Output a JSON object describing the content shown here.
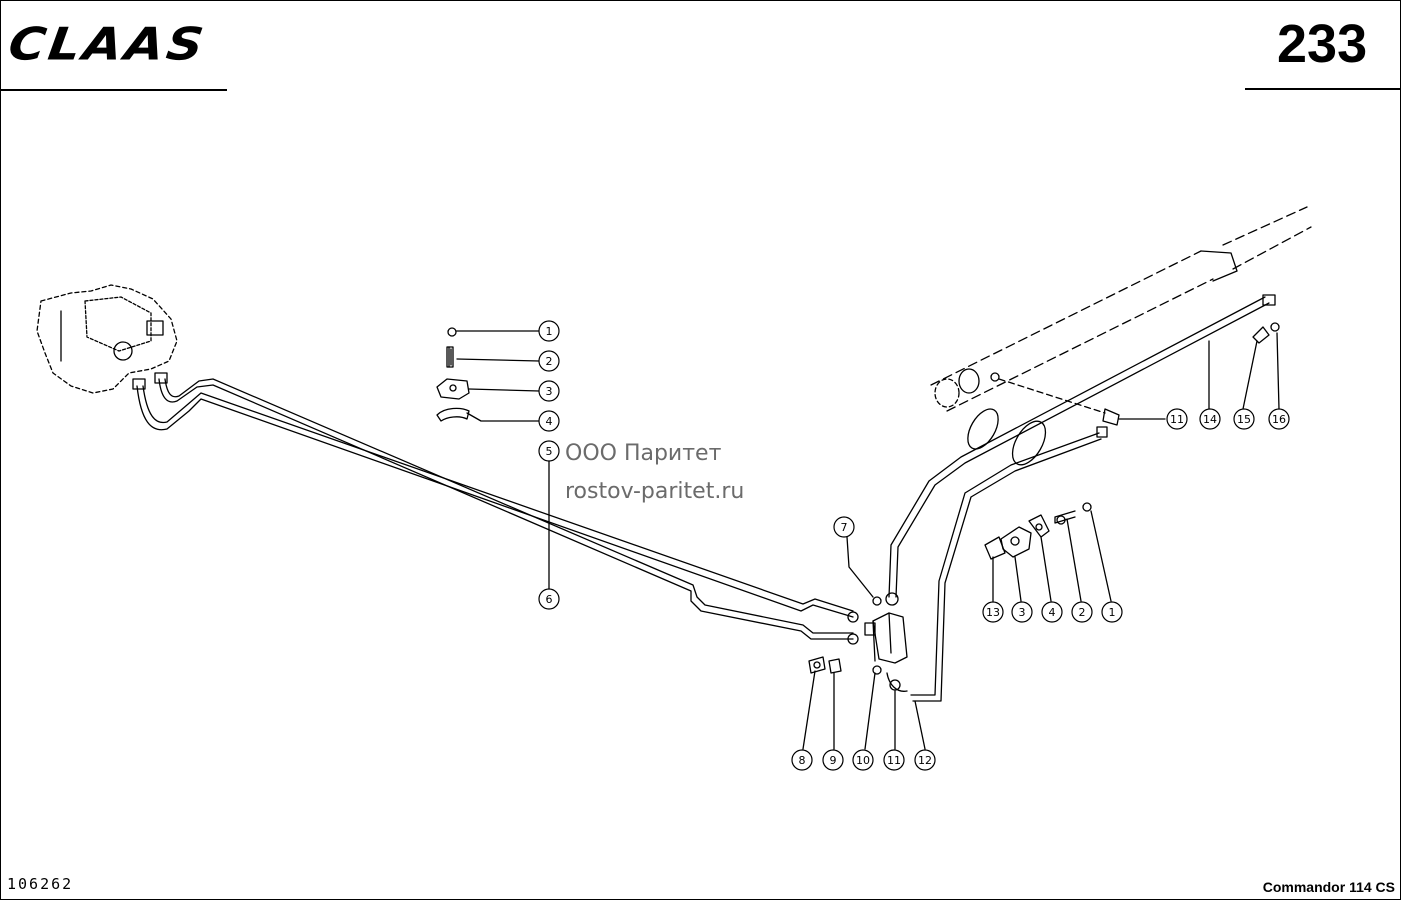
{
  "header": {
    "brand": "CLAAS",
    "page_number": "233"
  },
  "watermark": {
    "line1": "ООО Паритет",
    "line2": "rostov-paritet.ru"
  },
  "footer": {
    "drawing_number": "106262",
    "model": "Commandor 114 CS"
  },
  "callouts": [
    {
      "id": "c-left-1",
      "label": "1"
    },
    {
      "id": "c-left-2",
      "label": "2"
    },
    {
      "id": "c-left-3",
      "label": "3"
    },
    {
      "id": "c-left-4",
      "label": "4"
    },
    {
      "id": "c-left-5",
      "label": "5"
    },
    {
      "id": "c-left-6",
      "label": "6"
    },
    {
      "id": "c-7",
      "label": "7"
    },
    {
      "id": "c-8",
      "label": "8"
    },
    {
      "id": "c-9",
      "label": "9"
    },
    {
      "id": "c-10",
      "label": "10"
    },
    {
      "id": "c-11-low",
      "label": "11"
    },
    {
      "id": "c-12",
      "label": "12"
    },
    {
      "id": "c-13",
      "label": "13"
    },
    {
      "id": "c-right-3",
      "label": "3"
    },
    {
      "id": "c-right-4",
      "label": "4"
    },
    {
      "id": "c-right-2",
      "label": "2"
    },
    {
      "id": "c-right-1",
      "label": "1"
    },
    {
      "id": "c-11-top",
      "label": "11"
    },
    {
      "id": "c-14",
      "label": "14"
    },
    {
      "id": "c-15",
      "label": "15"
    },
    {
      "id": "c-16",
      "label": "16"
    }
  ]
}
